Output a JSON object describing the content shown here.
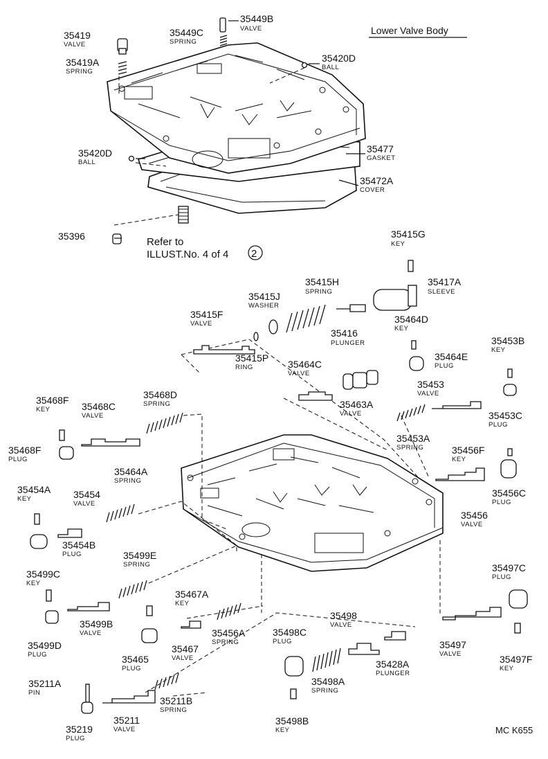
{
  "title": "Lower Valve Body",
  "reference": {
    "line1": "Refer to",
    "line2": "ILLUST.No. 4 of 4",
    "circled": "2"
  },
  "code": "MC K655",
  "parts": [
    {
      "num": "35419",
      "name": "VALVE"
    },
    {
      "num": "35419A",
      "name": "SPRING"
    },
    {
      "num": "35449C",
      "name": "SPRING"
    },
    {
      "num": "35449B",
      "name": "VALVE"
    },
    {
      "num": "35420D",
      "name": "BALL"
    },
    {
      "num": "35420D",
      "name": "BALL"
    },
    {
      "num": "35477",
      "name": "GASKET"
    },
    {
      "num": "35472A",
      "name": "COVER"
    },
    {
      "num": "35396",
      "name": ""
    },
    {
      "num": "35415G",
      "name": "KEY"
    },
    {
      "num": "35415H",
      "name": "SPRING"
    },
    {
      "num": "35417A",
      "name": "SLEEVE"
    },
    {
      "num": "35415J",
      "name": "WASHER"
    },
    {
      "num": "35415F",
      "name": "VALVE"
    },
    {
      "num": "35416",
      "name": "PLUNGER"
    },
    {
      "num": "35464D",
      "name": "KEY"
    },
    {
      "num": "35415P",
      "name": "RING"
    },
    {
      "num": "35464E",
      "name": "PLUG"
    },
    {
      "num": "35453B",
      "name": "KEY"
    },
    {
      "num": "35464C",
      "name": "VALVE"
    },
    {
      "num": "35463A",
      "name": "VALVE"
    },
    {
      "num": "35453",
      "name": "VALVE"
    },
    {
      "num": "35453C",
      "name": "PLUG"
    },
    {
      "num": "35468F",
      "name": "KEY"
    },
    {
      "num": "35468C",
      "name": "VALVE"
    },
    {
      "num": "35468D",
      "name": "SPRING"
    },
    {
      "num": "35468F",
      "name": "PLUG"
    },
    {
      "num": "35453A",
      "name": "SPRING"
    },
    {
      "num": "35456F",
      "name": "KEY"
    },
    {
      "num": "35464A",
      "name": "SPRING"
    },
    {
      "num": "35456C",
      "name": "PLUG"
    },
    {
      "num": "35454A",
      "name": "KEY"
    },
    {
      "num": "35454",
      "name": "VALVE"
    },
    {
      "num": "35456",
      "name": "VALVE"
    },
    {
      "num": "35454B",
      "name": "PLUG"
    },
    {
      "num": "35499E",
      "name": "SPRING"
    },
    {
      "num": "35497C",
      "name": "PLUG"
    },
    {
      "num": "35499C",
      "name": "KEY"
    },
    {
      "num": "35467A",
      "name": "KEY"
    },
    {
      "num": "35499B",
      "name": "VALVE"
    },
    {
      "num": "35499D",
      "name": "PLUG"
    },
    {
      "num": "35456A",
      "name": "SPRING"
    },
    {
      "num": "35498",
      "name": "VALVE"
    },
    {
      "num": "35465",
      "name": "PLUG"
    },
    {
      "num": "35467",
      "name": "VALVE"
    },
    {
      "num": "35498C",
      "name": "PLUG"
    },
    {
      "num": "35428A",
      "name": "PLUNGER"
    },
    {
      "num": "35497",
      "name": "VALVE"
    },
    {
      "num": "35497F",
      "name": "KEY"
    },
    {
      "num": "35211A",
      "name": "PIN"
    },
    {
      "num": "35498A",
      "name": "SPRING"
    },
    {
      "num": "35211B",
      "name": "SPRING"
    },
    {
      "num": "35219",
      "name": "PLUG"
    },
    {
      "num": "35211",
      "name": "VALVE"
    },
    {
      "num": "35498B",
      "name": "KEY"
    }
  ]
}
